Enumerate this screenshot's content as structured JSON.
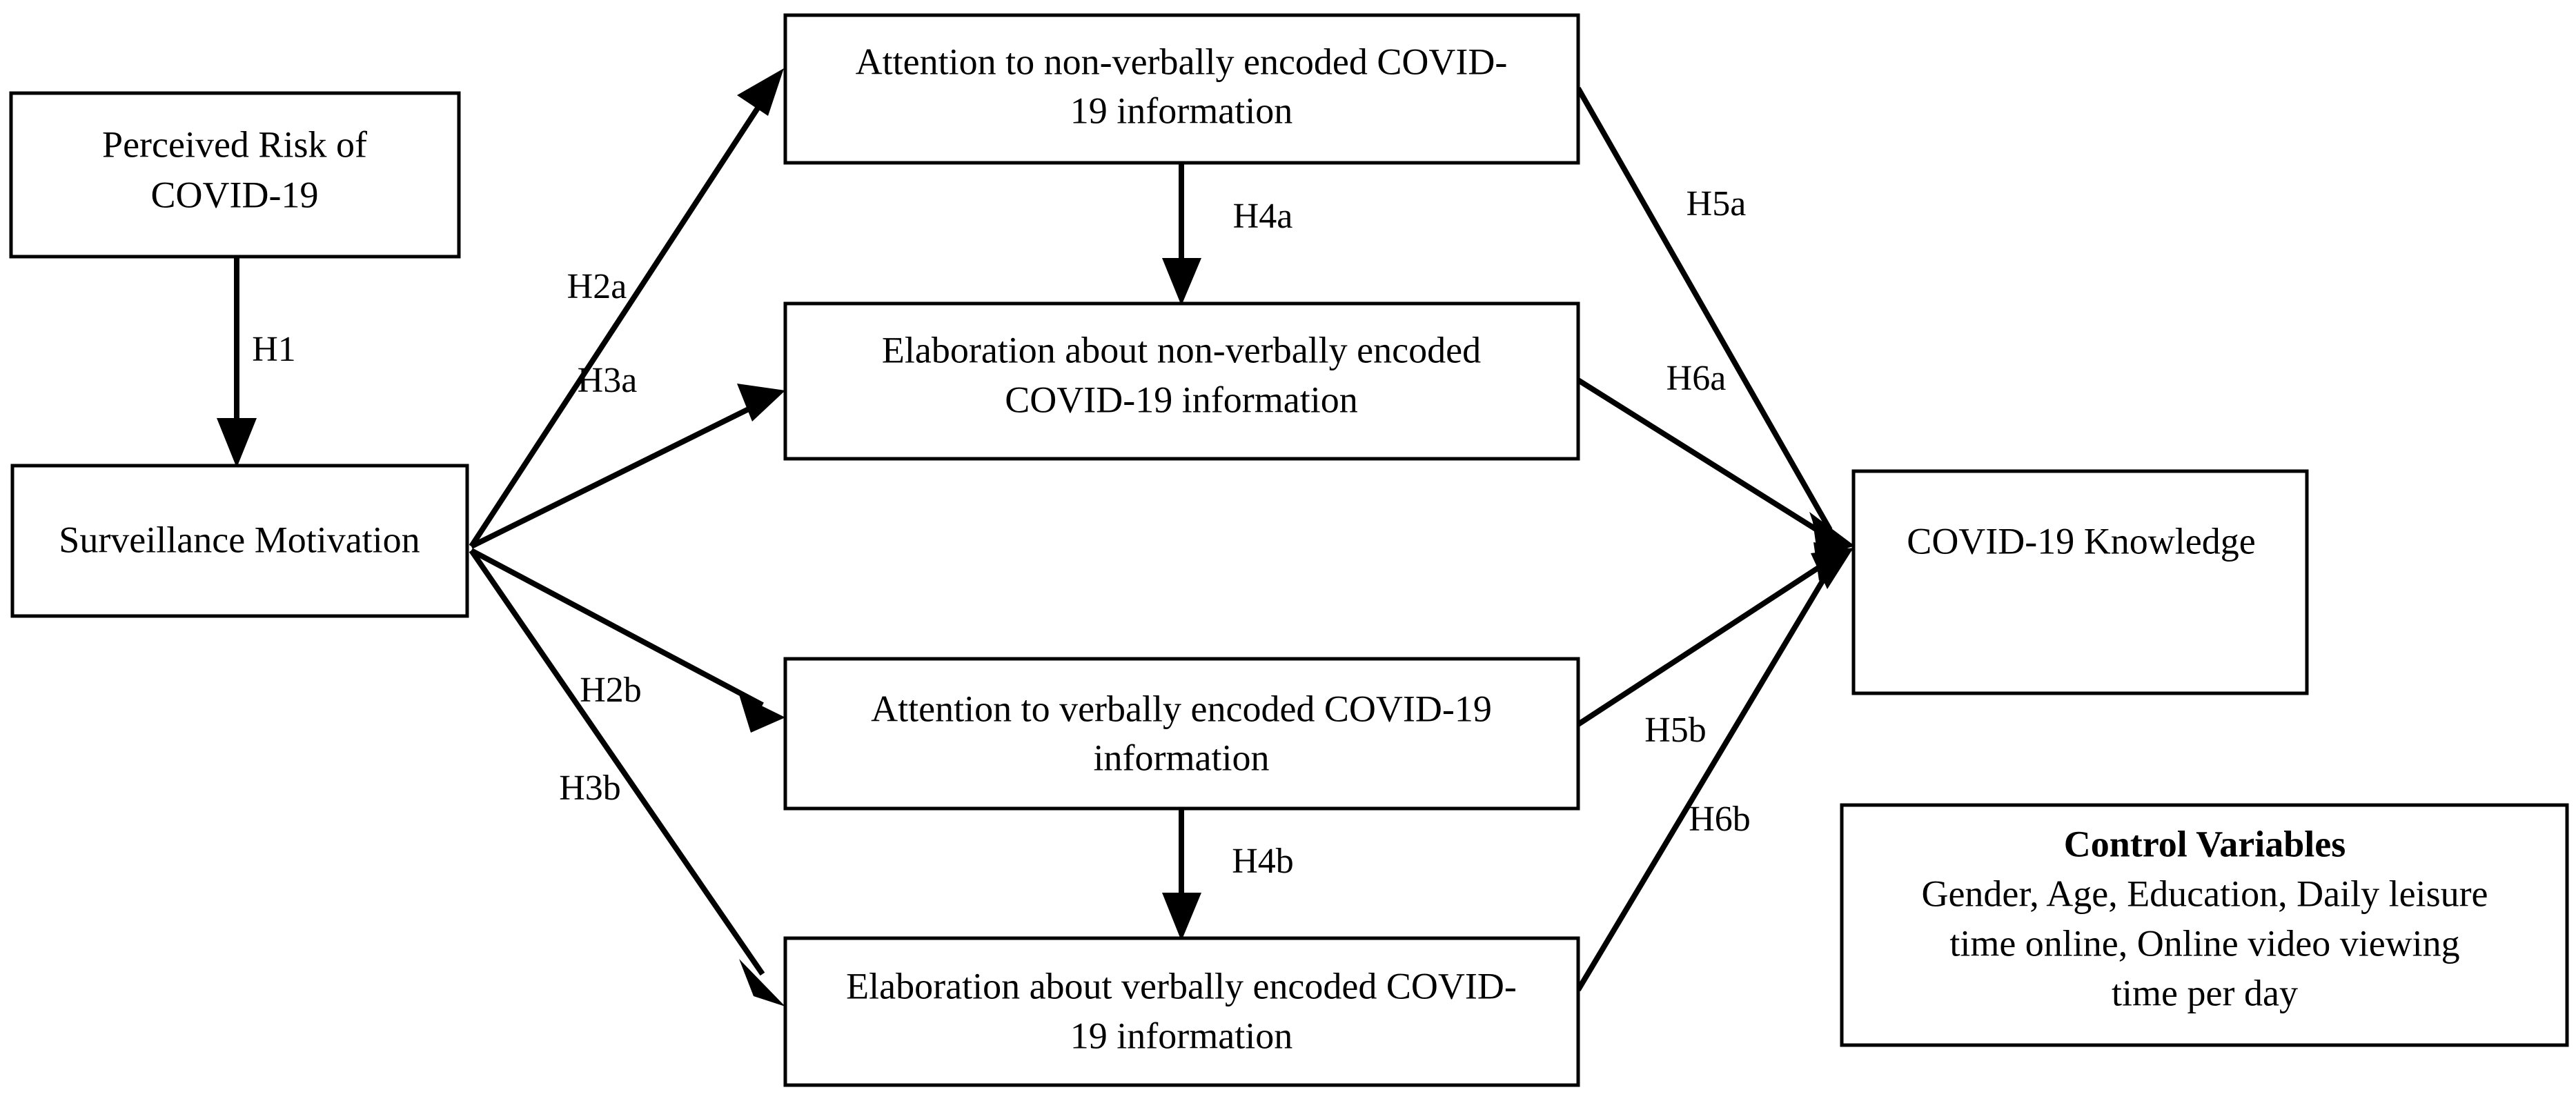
{
  "diagram": {
    "type": "conceptual-model",
    "background": "#ffffff",
    "line_color": "#000000",
    "nodes": {
      "perceived_risk": {
        "lines": [
          "Perceived Risk of",
          "COVID-19"
        ],
        "line1": "Perceived Risk of",
        "line2": "COVID-19"
      },
      "surveillance_motivation": {
        "line1": "Surveillance Motivation"
      },
      "attention_nonverbal": {
        "line1": "Attention to non-verbally encoded COVID-",
        "line2": "19 information"
      },
      "elaboration_nonverbal": {
        "line1": "Elaboration about non-verbally encoded",
        "line2": "COVID-19 information"
      },
      "attention_verbal": {
        "line1": "Attention to verbally encoded COVID-19",
        "line2": "information"
      },
      "elaboration_verbal": {
        "line1": "Elaboration about verbally encoded COVID-",
        "line2": "19 information"
      },
      "covid_knowledge": {
        "line1": "COVID-19 Knowledge"
      },
      "control_variables": {
        "title": "Control Variables",
        "line1": "Gender, Age, Education, Daily leisure",
        "line2": "time online, Online video viewing",
        "line3": "time per day"
      }
    },
    "edges": [
      {
        "id": "H1",
        "label": "H1",
        "from": "perceived_risk",
        "to": "surveillance_motivation"
      },
      {
        "id": "H2a",
        "label": "H2a",
        "from": "surveillance_motivation",
        "to": "attention_nonverbal"
      },
      {
        "id": "H3a",
        "label": "H3a",
        "from": "surveillance_motivation",
        "to": "elaboration_nonverbal"
      },
      {
        "id": "H2b",
        "label": "H2b",
        "from": "surveillance_motivation",
        "to": "attention_verbal"
      },
      {
        "id": "H3b",
        "label": "H3b",
        "from": "surveillance_motivation",
        "to": "elaboration_verbal"
      },
      {
        "id": "H4a",
        "label": "H4a",
        "from": "attention_nonverbal",
        "to": "elaboration_nonverbal"
      },
      {
        "id": "H4b",
        "label": "H4b",
        "from": "attention_verbal",
        "to": "elaboration_verbal"
      },
      {
        "id": "H5a",
        "label": "H5a",
        "from": "attention_nonverbal",
        "to": "covid_knowledge"
      },
      {
        "id": "H6a",
        "label": "H6a",
        "from": "elaboration_nonverbal",
        "to": "covid_knowledge"
      },
      {
        "id": "H5b",
        "label": "H5b",
        "from": "attention_verbal",
        "to": "covid_knowledge"
      },
      {
        "id": "H6b",
        "label": "H6b",
        "from": "elaboration_verbal",
        "to": "covid_knowledge"
      }
    ]
  }
}
